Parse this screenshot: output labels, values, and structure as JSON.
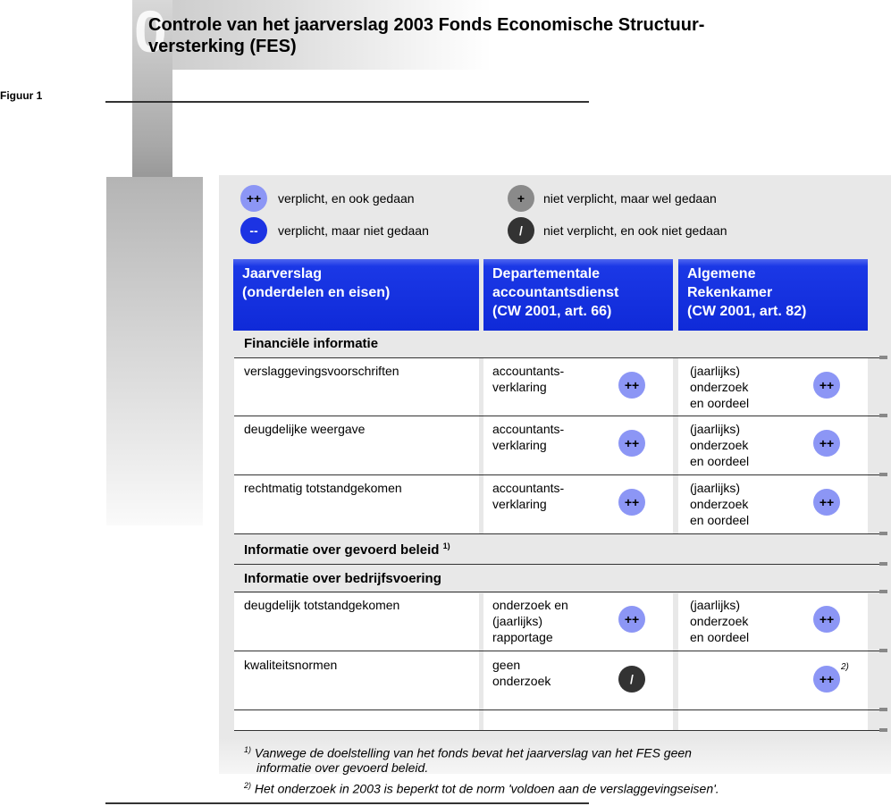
{
  "title_line1": "Controle van het jaarverslag 2003 Fonds Economische Structuur-",
  "title_line2": "versterking (FES)",
  "figure_label": "Figuur 1",
  "legend": {
    "done_required": {
      "symbol": "++",
      "label": "verplicht, en ook gedaan"
    },
    "not_done_required": {
      "symbol": "--",
      "label": "verplicht, maar niet gedaan"
    },
    "done_optional": {
      "symbol": "+",
      "label": "niet verplicht, maar wel gedaan"
    },
    "not_done_optional": {
      "symbol": "/",
      "label": "niet verplicht, en ook niet gedaan"
    }
  },
  "headers": {
    "col1": [
      "Jaarverslag",
      "(onderdelen en eisen)"
    ],
    "col2": [
      "Departementale",
      "accountantsdienst",
      "(CW 2001, art. 66)"
    ],
    "col3": [
      "Algemene",
      "Rekenkamer",
      "(CW 2001, art. 82)"
    ]
  },
  "sections": {
    "financial": "Financiële informatie",
    "policy": "Informatie over gevoerd beleid",
    "policy_note": "1)",
    "operations": "Informatie over bedrijfsvoering"
  },
  "rows": [
    {
      "item": "verslaggevingsvoorschriften",
      "dad": [
        "accountants-",
        "verklaring"
      ],
      "dad_symbol": "++",
      "ar": [
        "(jaarlijks)",
        "onderzoek",
        "en oordeel"
      ],
      "ar_symbol": "++"
    },
    {
      "item": "deugdelijke weergave",
      "dad": [
        "accountants-",
        "verklaring"
      ],
      "dad_symbol": "++",
      "ar": [
        "(jaarlijks)",
        "onderzoek",
        "en oordeel"
      ],
      "ar_symbol": "++"
    },
    {
      "item": "rechtmatig totstandgekomen",
      "dad": [
        "accountants-",
        "verklaring"
      ],
      "dad_symbol": "++",
      "ar": [
        "(jaarlijks)",
        "onderzoek",
        "en oordeel"
      ],
      "ar_symbol": "++"
    },
    {
      "item": "deugdelijk totstandgekomen",
      "dad": [
        "onderzoek en",
        "(jaarlijks)",
        "rapportage"
      ],
      "dad_symbol": "++",
      "ar": [
        "(jaarlijks)",
        "onderzoek",
        "en oordeel"
      ],
      "ar_symbol": "++"
    },
    {
      "item": "kwaliteitsnormen",
      "dad": [
        "geen",
        "onderzoek"
      ],
      "dad_symbol": "/",
      "ar_symbol": "++",
      "ar_note": "2)"
    }
  ],
  "footnotes": {
    "fn1_num": "1)",
    "fn1_line1": "Vanwege de doelstelling van het fonds bevat het jaarverslag van het FES geen",
    "fn1_line2": "informatie over gevoerd beleid.",
    "fn2_num": "2)",
    "fn2_text": "Het onderzoek in 2003 is beperkt tot de norm 'voldoen aan de verslaggevingseisen'."
  }
}
